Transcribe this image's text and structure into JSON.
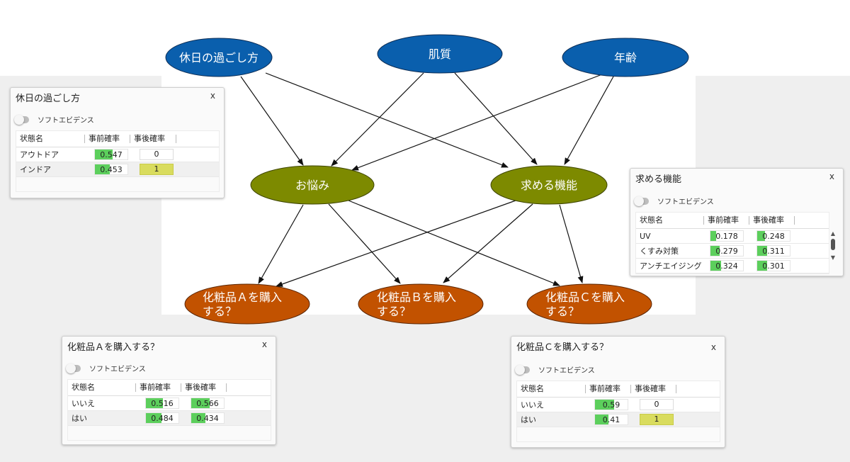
{
  "nodes": {
    "holiday": "休日の過ごし方",
    "skin": "肌質",
    "age": "年齢",
    "worries": "お悩み",
    "features": "求める機能",
    "buyA": [
      "化粧品Ａを購入",
      "する？"
    ],
    "buyB": [
      "化粧品Ｂを購入",
      "する？"
    ],
    "buyC": [
      "化粧品Ｃを購入",
      "する？"
    ]
  },
  "colors": {
    "parent_node": "#0a5fad",
    "middle_node": "#7d8a00",
    "child_node": "#c25200",
    "prior_bar": "#5ccf5c",
    "evidence_highlight": "#d9dc5e"
  },
  "panels": {
    "holiday": {
      "title": "休日の過ごし方",
      "close": "x",
      "soft_evidence": "ソフトエビデンス",
      "headers": {
        "state": "状態名",
        "prior": "事前確率",
        "posterior": "事後確率"
      },
      "rows": [
        {
          "state": "アウトドア",
          "prior": 0.547,
          "prior_label": "0.547",
          "posterior": "0",
          "evidence": false
        },
        {
          "state": "インドア",
          "prior": 0.453,
          "prior_label": "0.453",
          "posterior": "1",
          "evidence": true
        }
      ]
    },
    "features": {
      "title": "求める機能",
      "close": "x",
      "soft_evidence": "ソフトエビデンス",
      "headers": {
        "state": "状態名",
        "prior": "事前確率",
        "posterior": "事後確率"
      },
      "rows": [
        {
          "state": "UV",
          "prior": 0.178,
          "prior_label": "0.178",
          "posterior": 0.248,
          "posterior_label": "0.248"
        },
        {
          "state": "くすみ対策",
          "prior": 0.279,
          "prior_label": "0.279",
          "posterior": 0.311,
          "posterior_label": "0.311"
        },
        {
          "state": "アンチエイジング",
          "prior": 0.324,
          "prior_label": "0.324",
          "posterior": 0.301,
          "posterior_label": "0.301"
        }
      ]
    },
    "buyA": {
      "title": "化粧品Ａを購入する？",
      "close": "x",
      "soft_evidence": "ソフトエビデンス",
      "headers": {
        "state": "状態名",
        "prior": "事前確率",
        "posterior": "事後確率"
      },
      "rows": [
        {
          "state": "いいえ",
          "prior": 0.516,
          "prior_label": "0.516",
          "posterior": 0.566,
          "posterior_label": "0.566"
        },
        {
          "state": "はい",
          "prior": 0.484,
          "prior_label": "0.484",
          "posterior": 0.434,
          "posterior_label": "0.434"
        }
      ]
    },
    "buyC": {
      "title": "化粧品Ｃを購入する？",
      "close": "x",
      "soft_evidence": "ソフトエビデンス",
      "headers": {
        "state": "状態名",
        "prior": "事前確率",
        "posterior": "事後確率"
      },
      "rows": [
        {
          "state": "いいえ",
          "prior": 0.59,
          "prior_label": "0.59",
          "posterior": "0",
          "evidence": false
        },
        {
          "state": "はい",
          "prior": 0.41,
          "prior_label": "0.41",
          "posterior": "1",
          "evidence": true
        }
      ]
    }
  }
}
